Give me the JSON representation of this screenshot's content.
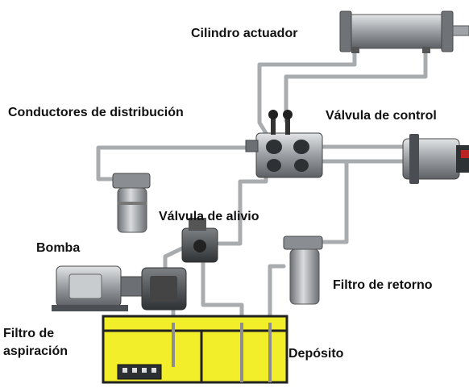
{
  "labels": {
    "cilindro": "Cilindro actuador",
    "conductores": "Conductores de distribución",
    "valvula_control": "Válvula de control",
    "valvula_alivio": "Válvula de alivio",
    "bomba": "Bomba",
    "filtro_retorno": "Filtro de retorno",
    "filtro_aspiracion": "Filtro de aspiración",
    "deposito": "Depósito"
  },
  "colors": {
    "tank_fluid": "#f2ee2a",
    "pipe": "#b9bcbf",
    "component": "#8a8e92",
    "component_dark": "#3a3d40"
  }
}
